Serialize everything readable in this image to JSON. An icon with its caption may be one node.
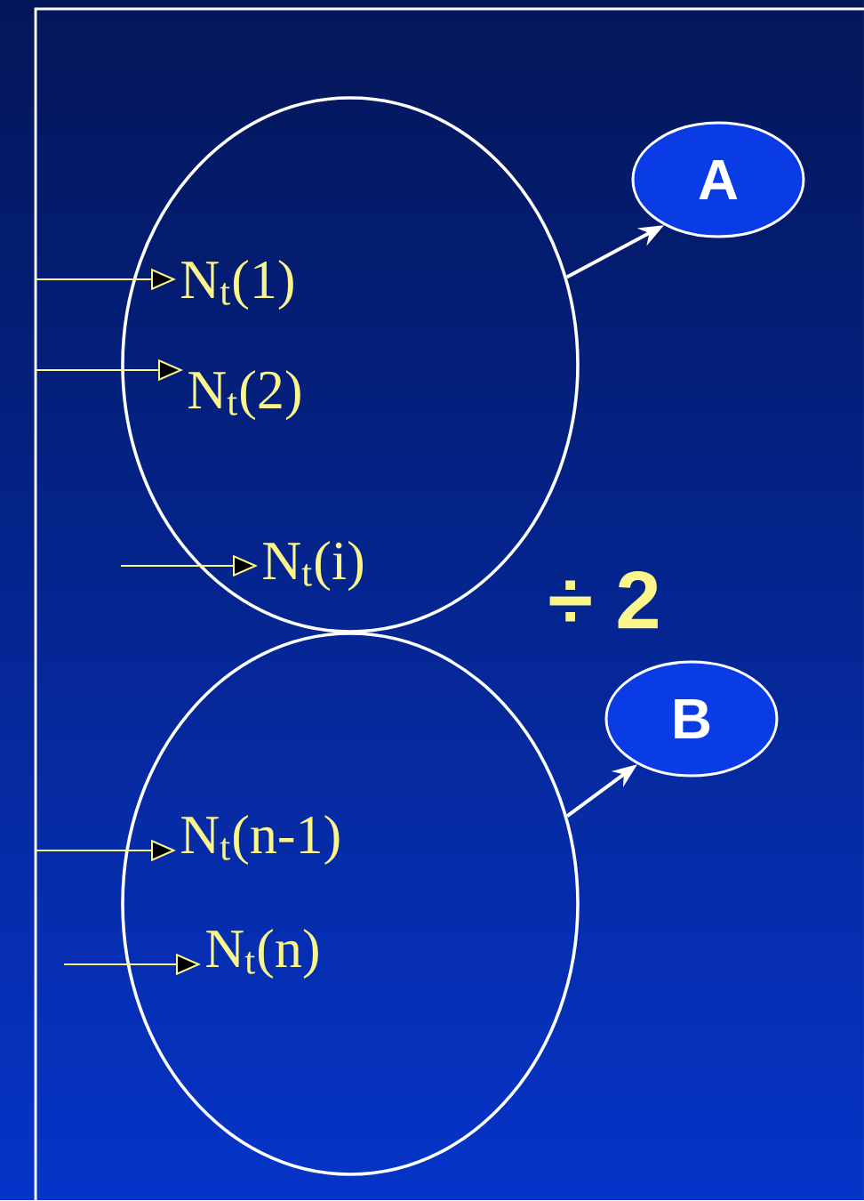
{
  "diagram": {
    "nodes": [
      {
        "text": [],
        "shape": "circle"
      },
      {
        "text": [],
        "shape": "circle"
      },
      {
        "text": [
          "A"
        ]
      },
      {
        "text": [
          "B"
        ]
      },
      {
        "text": [
          "N$_{t}$(1)"
        ],
        "in": 0
      },
      {
        "text": [
          "N$_{t}$(2)"
        ],
        "in": 0
      },
      {
        "text": [
          "N$_{t}$(i)"
        ],
        "in": 0
      },
      {
        "text": [
          "N$_{t}$(n-1)"
        ],
        "in": 1
      },
      {
        "text": [
          "N$_{t}$(n)"
        ],
        "in": 1
      }
    ],
    "edges": [
      {
        "from": null,
        "to": 4,
        "arrow": "to"
      },
      {
        "from": null,
        "to": 5,
        "arrow": "to"
      },
      {
        "from": null,
        "to": 6,
        "arrow": "to"
      },
      {
        "from": 0,
        "to": 2,
        "arrow": "to",
        "color": "#ffffff"
      },
      {
        "from": null,
        "to": 7,
        "arrow": "to"
      },
      {
        "from": null,
        "to": 8,
        "arrow": "to"
      },
      {
        "from": 1,
        "to": 3,
        "arrow": "to",
        "color": "#ffffff"
      }
    ],
    "labels": [
      "÷ 2"
    ]
  }
}
